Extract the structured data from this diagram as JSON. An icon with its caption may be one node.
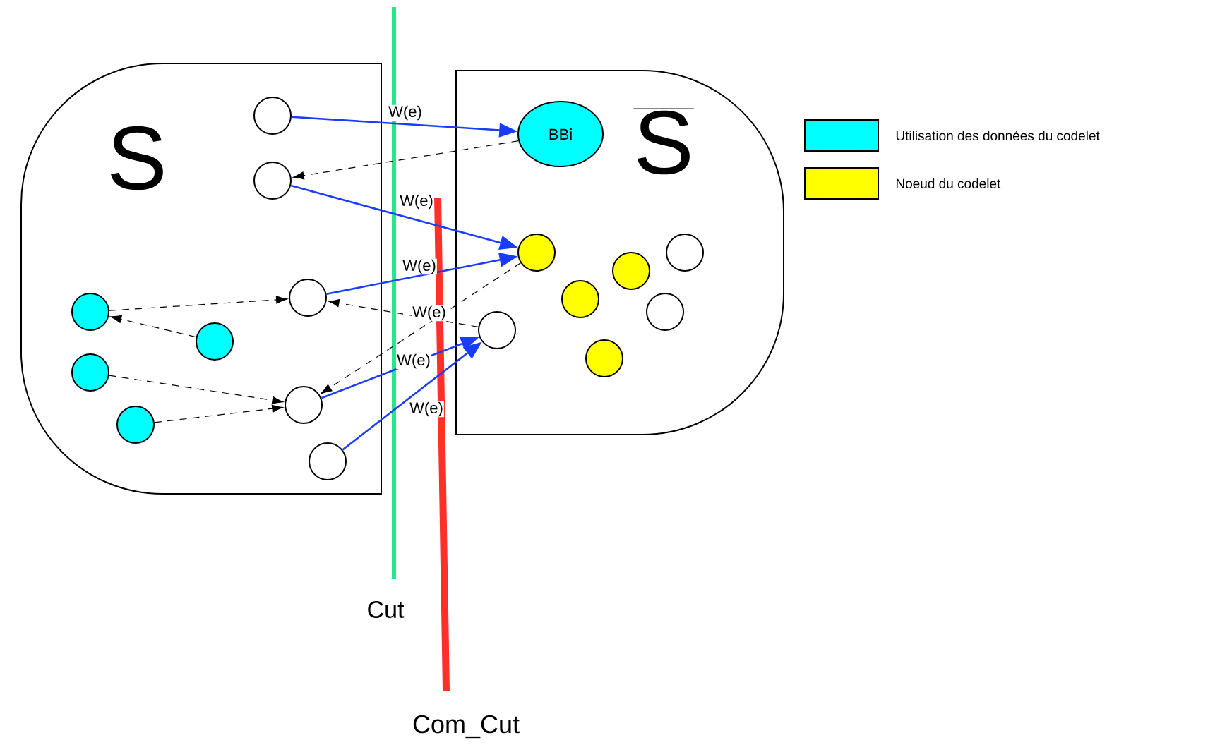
{
  "diagram": {
    "nodes": [
      {
        "text": [
          "S"
        ]
      },
      {
        "text": [
          "\\overline{\\mathsf{S}}"
        ]
      },
      {
        "text": [],
        "shape": "circle",
        "in": 0
      },
      {
        "text": [],
        "shape": "circle",
        "in": 0
      },
      {
        "text": [],
        "shape": "circle",
        "in": 0
      },
      {
        "text": [],
        "shape": "circle",
        "in": 0
      },
      {
        "text": [],
        "shape": "circle",
        "in": 0
      },
      {
        "text": [],
        "shape": "circle",
        "in": 0
      },
      {
        "text": [],
        "shape": "circle",
        "in": 0
      },
      {
        "text": [],
        "shape": "circle",
        "in": 0
      },
      {
        "text": [],
        "shape": "circle",
        "in": 0
      },
      {
        "text": [
          "BBi"
        ],
        "in": 1
      },
      {
        "text": [],
        "shape": "circle",
        "in": 1
      },
      {
        "text": [],
        "shape": "circle",
        "in": 1
      },
      {
        "text": [],
        "shape": "circle",
        "in": 1
      },
      {
        "text": [],
        "shape": "circle",
        "in": 1
      },
      {
        "text": [],
        "shape": "circle",
        "in": 1
      },
      {
        "text": [],
        "shape": "circle",
        "in": 1
      },
      {
        "text": [],
        "shape": "circle",
        "in": 1
      }
    ],
    "edges": [
      {
        "from": 2,
        "to": 11,
        "arrow": "to",
        "label": "W(e)",
        "color": "#1a3cff"
      },
      {
        "from": 11,
        "to": 3,
        "arrow": "to",
        "style": "dashed"
      },
      {
        "from": 3,
        "to": 12,
        "arrow": "to",
        "label": "W(e)",
        "color": "#1a3cff"
      },
      {
        "from": 4,
        "to": 12,
        "arrow": "to",
        "label": "W(e)",
        "color": "#1a3cff"
      },
      {
        "from": 17,
        "to": 4,
        "arrow": "to",
        "label": "W(e)",
        "style": "dashed"
      },
      {
        "from": 12,
        "to": 5,
        "arrow": "to",
        "style": "dashed"
      },
      {
        "from": 5,
        "to": 17,
        "arrow": "to",
        "label": "W(e)",
        "color": "#1a3cff"
      },
      {
        "from": 6,
        "to": 17,
        "arrow": "to",
        "label": "W(e)",
        "color": "#1a3cff"
      },
      {
        "from": 7,
        "to": 4,
        "arrow": "to",
        "style": "dashed"
      },
      {
        "from": 8,
        "to": 7,
        "arrow": "to",
        "style": "dashed"
      },
      {
        "from": 9,
        "to": 5,
        "arrow": "to",
        "style": "dashed"
      },
      {
        "from": 10,
        "to": 5,
        "arrow": "to",
        "style": "dashed"
      }
    ],
    "labels": [
      "Cut",
      "Com_Cut"
    ],
    "legend": [
      {
        "text": "Utilisation des données du codelet",
        "color": "#00ffff"
      },
      {
        "text": "Noeud du codelet",
        "color": "#ffff00"
      }
    ]
  }
}
